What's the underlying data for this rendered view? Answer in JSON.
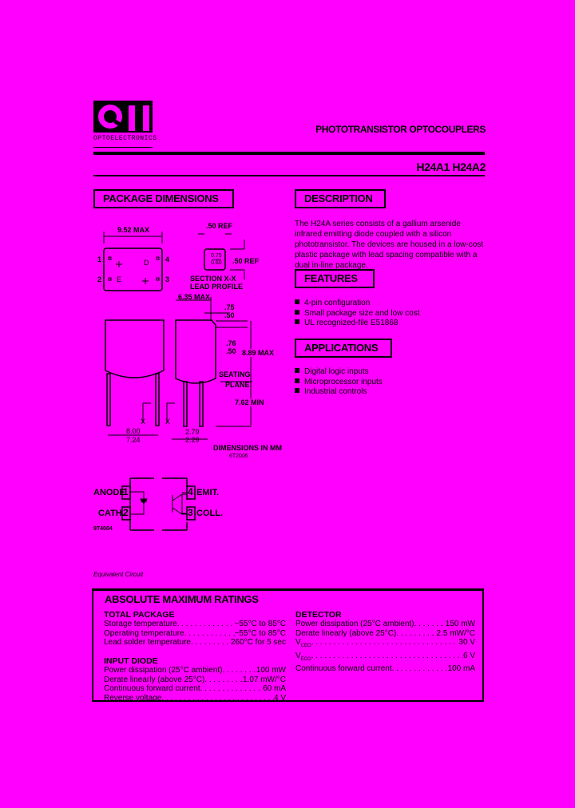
{
  "header": {
    "logo_letters": "QT",
    "logo_text": "OPTOELECTRONICS",
    "title": "PHOTOTRANSISTOR OPTOCOUPLERS",
    "part_numbers": "H24A1 H24A2"
  },
  "package": {
    "heading": "PACKAGE DIMENSIONS",
    "dims": {
      "width_max": "9.52 MAX",
      "ref_top": ".50 REF",
      "ref_side": ".50 REF",
      "lead_a": "0.75",
      "lead_b": "0.60",
      "section": "SECTION X-X",
      "lead_profile": "LEAD PROFILE",
      "depth_max": "6.35 MAX",
      "t1": ".75",
      "t2": ".50",
      "t3": ".76",
      "t4": ".50",
      "height_max": "8.89 MAX",
      "seating": "SEATING",
      "plane": "PLANE",
      "lead_min": "7.62 MIN",
      "span_a": "8.00",
      "span_b": "7.24",
      "pitch_a": "2.79",
      "pitch_b": "2.29",
      "x1": "X",
      "x2": "X",
      "pin1": "1",
      "pin2": "2",
      "pin3": "3",
      "pin4": "4",
      "mark_d": "D",
      "mark_e": "E",
      "units": "DIMENSIONS IN MM",
      "fig_id": "6T2006"
    }
  },
  "circuit": {
    "anode": "ANODE",
    "cath": "CATH.",
    "emit": "EMIT.",
    "coll": "COLL.",
    "p1": "1",
    "p2": "2",
    "p3": "3",
    "p4": "4",
    "fig_id": "9T4004",
    "caption": "Equivalent Circuit"
  },
  "description": {
    "heading": "DESCRIPTION",
    "text": "The H24A series consists of a gallium arsenide infrared emitting diode coupled with a silicon phototransistor. The devices are housed in a low-cost plastic package with lead spacing compatible with a dual in-line package."
  },
  "features": {
    "heading": "FEATURES",
    "items": [
      "4-pin configuration",
      "Small package size and low cost",
      "UL recognized-file E51868"
    ]
  },
  "applications": {
    "heading": "APPLICATIONS",
    "items": [
      "Digital logic inputs",
      "Microprocessor inputs",
      "Industrial controls"
    ]
  },
  "ratings": {
    "heading": "ABSOLUTE MAXIMUM RATINGS",
    "total_package": {
      "title": "TOTAL PACKAGE",
      "rows": [
        {
          "label": "Storage temperature",
          "value": "−55°C to 85°C"
        },
        {
          "label": "Operating temperature",
          "value": "−55°C to 85°C"
        },
        {
          "label": "Lead solder temperature",
          "value": "260°C for 5 sec"
        }
      ]
    },
    "input_diode": {
      "title": "INPUT DIODE",
      "rows": [
        {
          "label": "Power dissipation (25°C ambient)",
          "value": "100 mW"
        },
        {
          "label": "Derate linearly (above 25°C)",
          "value": "1.07 mW/°C"
        },
        {
          "label": "Continuous forward current",
          "value": "60 mA"
        },
        {
          "label": "Reverse voltage",
          "value": "4 V"
        }
      ]
    },
    "detector": {
      "title": "DETECTOR",
      "rows": [
        {
          "label": "Power dissipation (25°C ambient)",
          "value": "150 mW"
        },
        {
          "label": "Derate linearly (above 25°C)",
          "value": "2.5 mW/°C"
        },
        {
          "label": "V",
          "sub": "CEO",
          "value": "30 V"
        },
        {
          "label": "V",
          "sub": "ECO",
          "value": "6 V"
        },
        {
          "label": "Continuous forward current",
          "value": "100 mA"
        }
      ]
    }
  }
}
